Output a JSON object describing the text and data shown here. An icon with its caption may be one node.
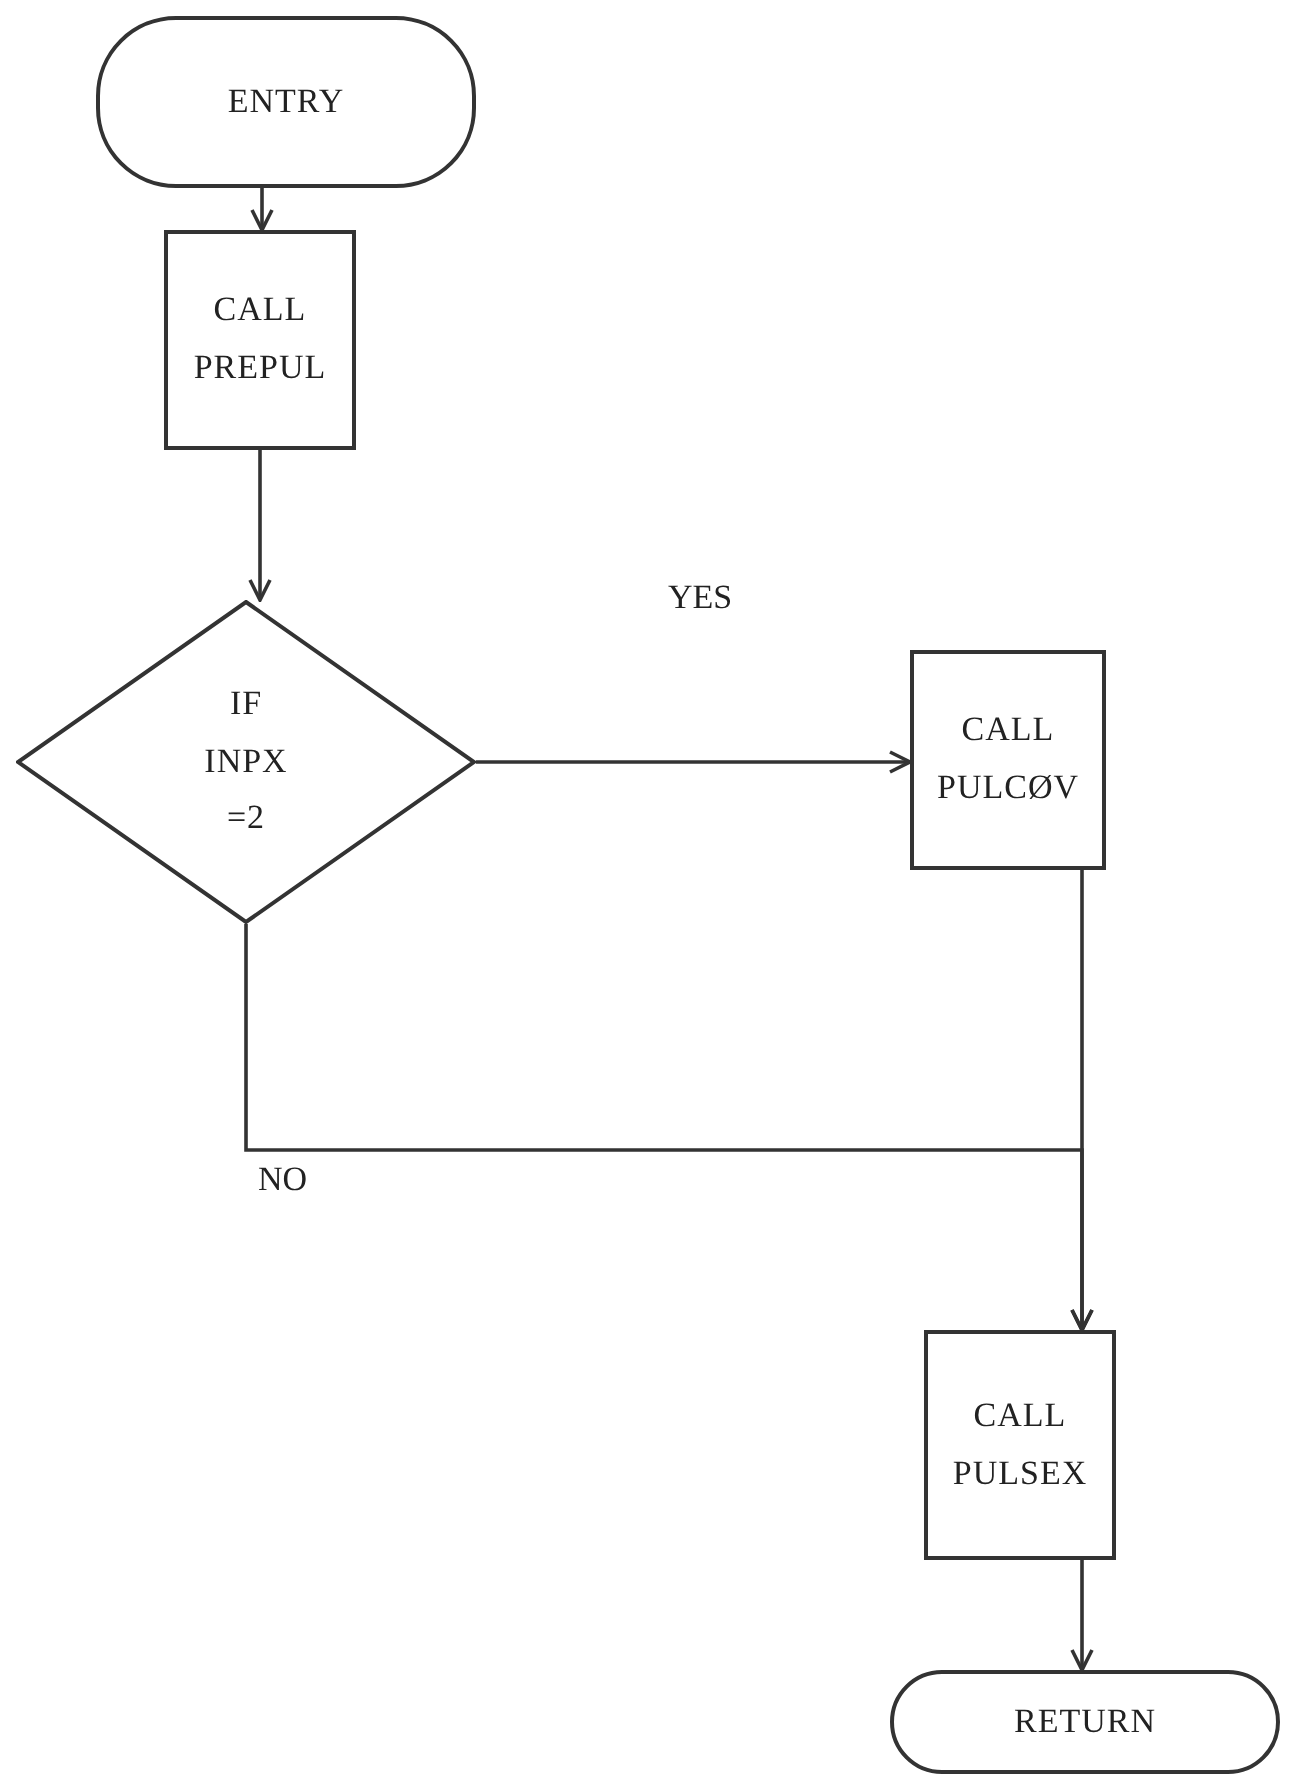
{
  "diagram": {
    "nodes": [
      {
        "text": [
          "ENTRY"
        ]
      },
      {
        "text": [
          "CALL PREPUL"
        ]
      },
      {
        "text": [
          "IF INPX =2"
        ]
      },
      {
        "text": [
          "CALL PULCØV"
        ]
      },
      {
        "text": [
          "CALL PULSEX"
        ]
      },
      {
        "text": [
          "RETURN"
        ]
      }
    ],
    "edges": [
      {
        "from": 0,
        "to": 1,
        "arrow": "to"
      },
      {
        "from": 1,
        "to": 2,
        "arrow": "to"
      },
      {
        "from": 2,
        "to": 3,
        "label": "YES",
        "arrow": "to"
      },
      {
        "from": 2,
        "to": 4,
        "label": "NO",
        "arrow": "to"
      },
      {
        "from": 3,
        "to": 4,
        "arrow": "to"
      },
      {
        "from": 4,
        "to": 5,
        "arrow": "to"
      }
    ]
  }
}
